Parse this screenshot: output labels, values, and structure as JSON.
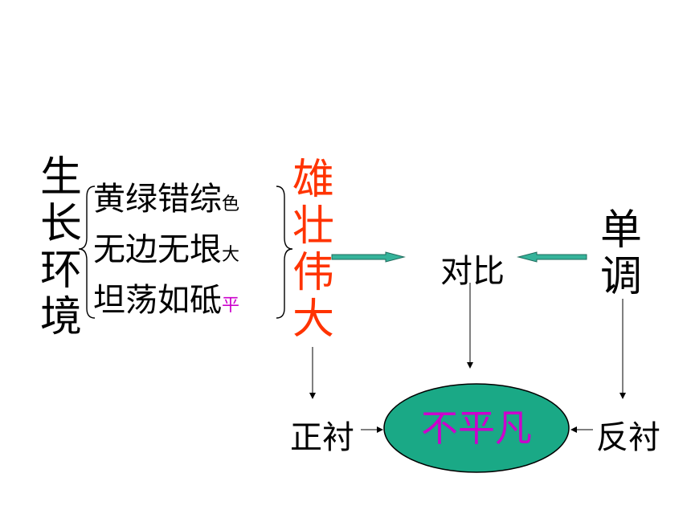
{
  "title": "生长环境",
  "items": [
    {
      "text": "黄绿错综",
      "suffix": "色"
    },
    {
      "text": "无边无垠",
      "suffix": "大"
    },
    {
      "text": "坦荡如砥",
      "suffix": "平"
    }
  ],
  "middle": "雄壮伟大",
  "right_top": "单调",
  "contrast": "对比",
  "positive": "正衬",
  "negative": "反衬",
  "center": "不平凡",
  "colors": {
    "middle": "#ff3300",
    "center_text": "#cc00cc",
    "suffix_accent": "#cc00cc",
    "ellipse_fill": "#1aa986",
    "arrow": "#35b39a"
  }
}
